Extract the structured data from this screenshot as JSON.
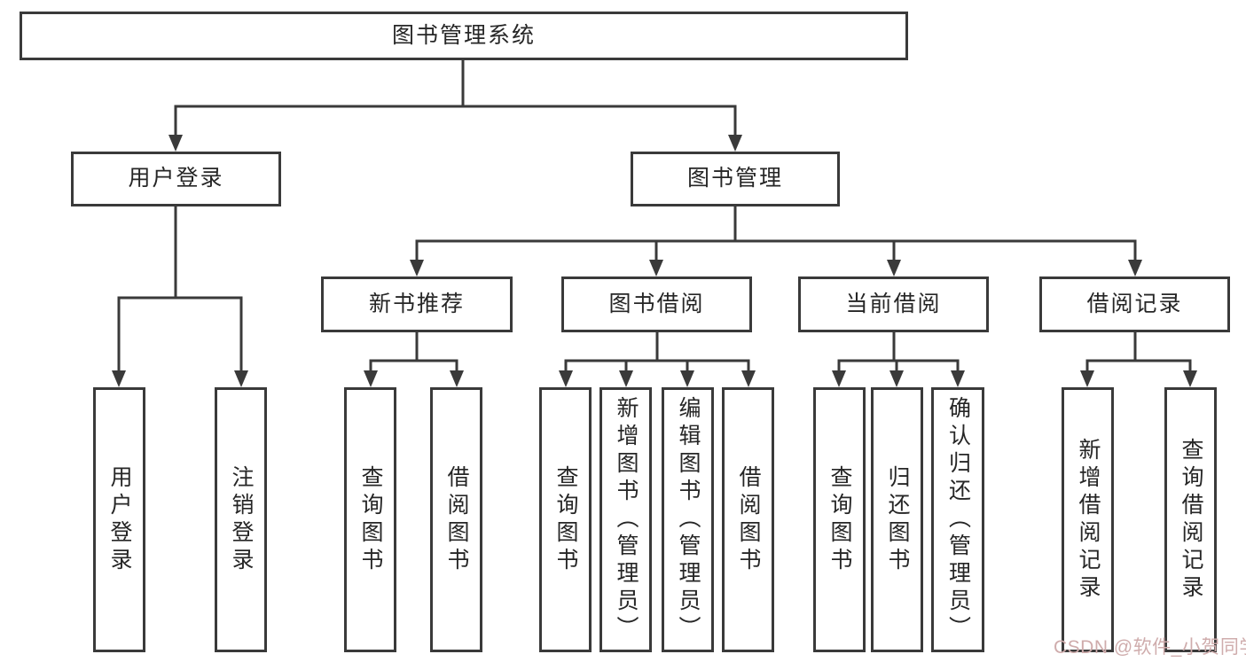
{
  "tree": {
    "root": {
      "label": "图书管理系统",
      "children": [
        {
          "label": "用户登录",
          "children": [
            {
              "label": "用户登录"
            },
            {
              "label": "注销登录"
            }
          ]
        },
        {
          "label": "图书管理",
          "children": [
            {
              "label": "新书推荐",
              "children": [
                {
                  "label": "查询图书"
                },
                {
                  "label": "借阅图书"
                }
              ]
            },
            {
              "label": "图书借阅",
              "children": [
                {
                  "label": "查询图书"
                },
                {
                  "label": "新增图书（管理员）"
                },
                {
                  "label": "编辑图书（管理员）"
                },
                {
                  "label": "借阅图书"
                }
              ]
            },
            {
              "label": "当前借阅",
              "children": [
                {
                  "label": "查询图书"
                },
                {
                  "label": "归还图书"
                },
                {
                  "label": "确认归还（管理员）"
                }
              ]
            },
            {
              "label": "借阅记录",
              "children": [
                {
                  "label": "新增借阅记录"
                },
                {
                  "label": "查询借阅记录"
                }
              ]
            }
          ]
        }
      ]
    }
  },
  "watermark": {
    "text": "CSDN @软件_小贺同学",
    "color": "#cfacac"
  },
  "colors": {
    "connector": "#3a3a3a",
    "box_border": "#3a3a3a",
    "text": "#262626",
    "background": "#ffffff"
  }
}
